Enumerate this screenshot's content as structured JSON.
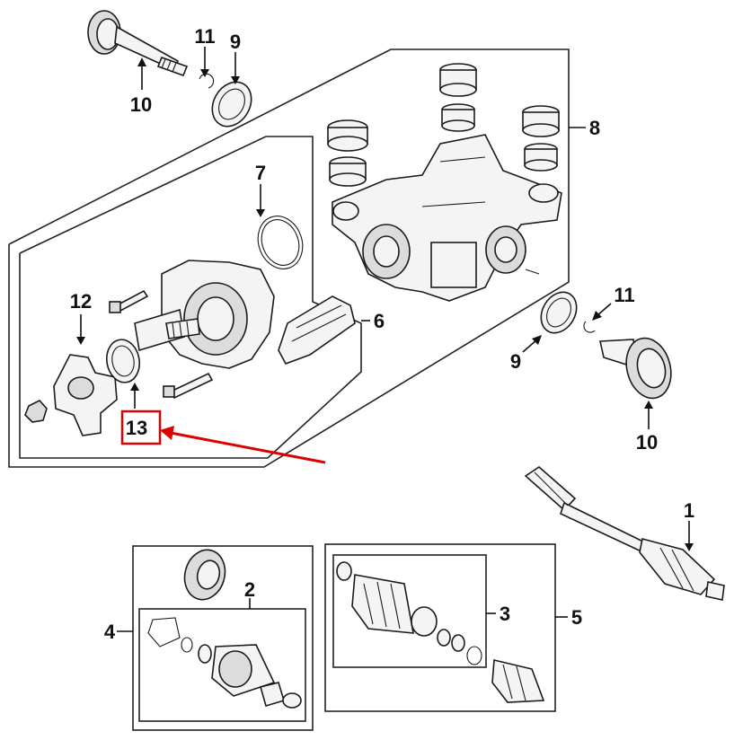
{
  "diagram": {
    "callouts": {
      "c1": "1",
      "c2": "2",
      "c3": "3",
      "c4": "4",
      "c5": "5",
      "c6": "6",
      "c7": "7",
      "c8": "8",
      "c9a": "9",
      "c9b": "9",
      "c10a": "10",
      "c10b": "10",
      "c11a": "11",
      "c11b": "11",
      "c12": "12",
      "c13": "13"
    },
    "colors": {
      "highlight": "#dd0000",
      "line": "#1a1a1a",
      "background": "#ffffff"
    },
    "highlighted_callout": "13"
  }
}
